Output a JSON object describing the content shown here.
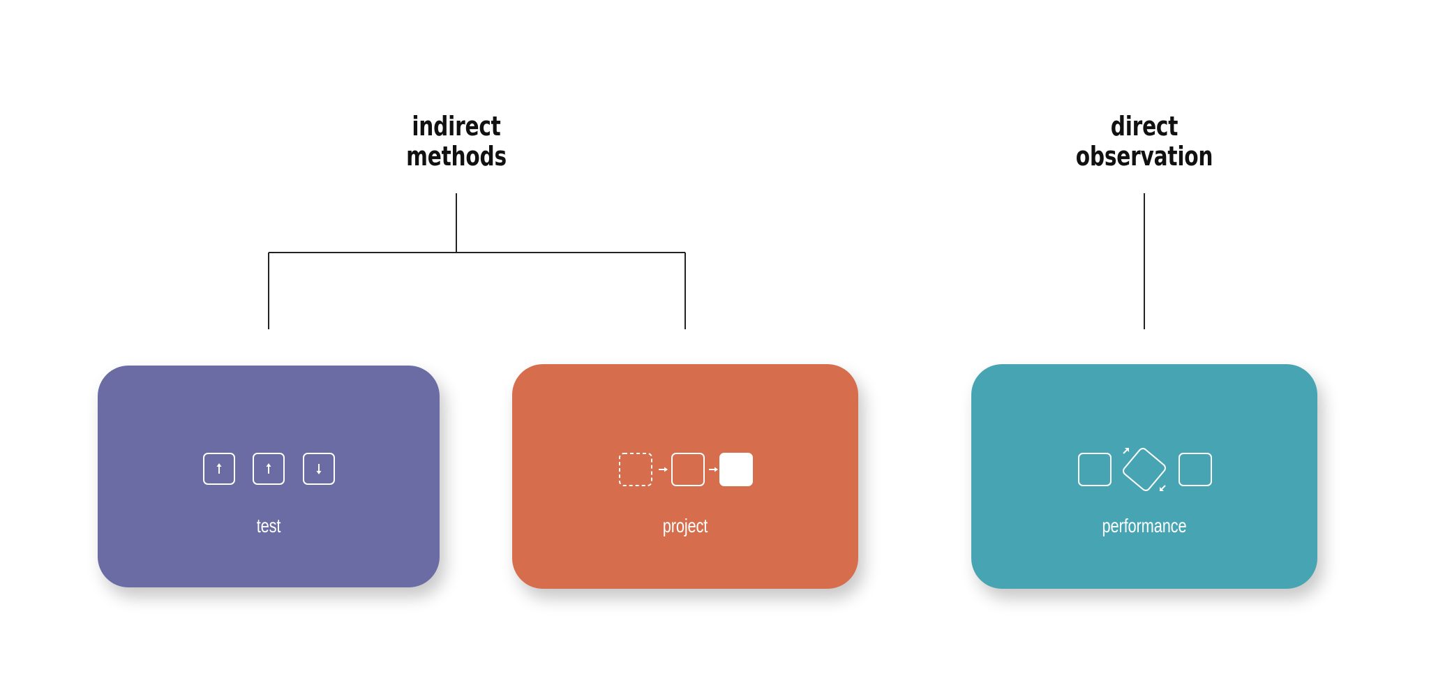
{
  "groups": {
    "indirect": {
      "line1": "indirect",
      "line2": "methods"
    },
    "direct": {
      "line1": "direct",
      "line2": "observation"
    }
  },
  "cards": {
    "test": {
      "label": "test",
      "color": "#6a6ca3",
      "icons": [
        "up-arrow-icon",
        "up-arrow-icon",
        "down-arrow-icon"
      ]
    },
    "project": {
      "label": "project",
      "color": "#d66e4d",
      "icons": [
        "dashed-square-icon",
        "right-arrow-icon",
        "outline-square-icon",
        "right-arrow-icon",
        "filled-square-icon"
      ]
    },
    "performance": {
      "label": "performance",
      "color": "#47a5b3",
      "icons": [
        "outline-square-icon",
        "rotating-square-icon",
        "outline-square-icon"
      ]
    }
  }
}
